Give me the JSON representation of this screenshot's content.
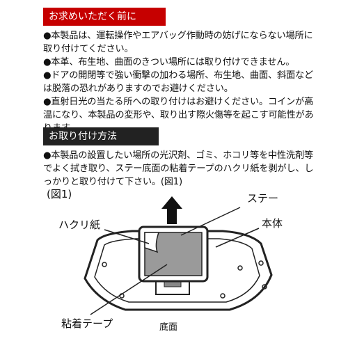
{
  "section1": {
    "title": "お求めいただく前に",
    "items": [
      "●本製品は、運転操作やエアバッグ作動時の妨げにならない場所に取り付けてください。",
      "●本革、布生地、曲面のきつい場所には取り付けできません。",
      "●ドアの開閉等で強い衝撃の加わる場所、布生地、曲面、斜面などは脱落の恐れがありますのでお避けください。",
      "●直射日光の当たる所への取り付けはお避けください。コインが高温になり、本製品の変形や、取り出す際火傷等を起こす可能性があります。"
    ]
  },
  "section2": {
    "title": "お取り付け方法",
    "items": [
      "●本製品の設置したい場所の光沢剤、ゴミ、ホコリ等を中性洗剤等でよく拭き取り、ステー底面の粘着テープのハクリ紙を剥がし、しっかりと取り付けて下さい。(図1)"
    ]
  },
  "figure": {
    "caption": "(図1)",
    "labels": {
      "stay": "ステー",
      "body": "本体",
      "release_paper": "ハクリ紙",
      "adhesive_tape": "粘着テープ",
      "bottom": "底面"
    }
  }
}
